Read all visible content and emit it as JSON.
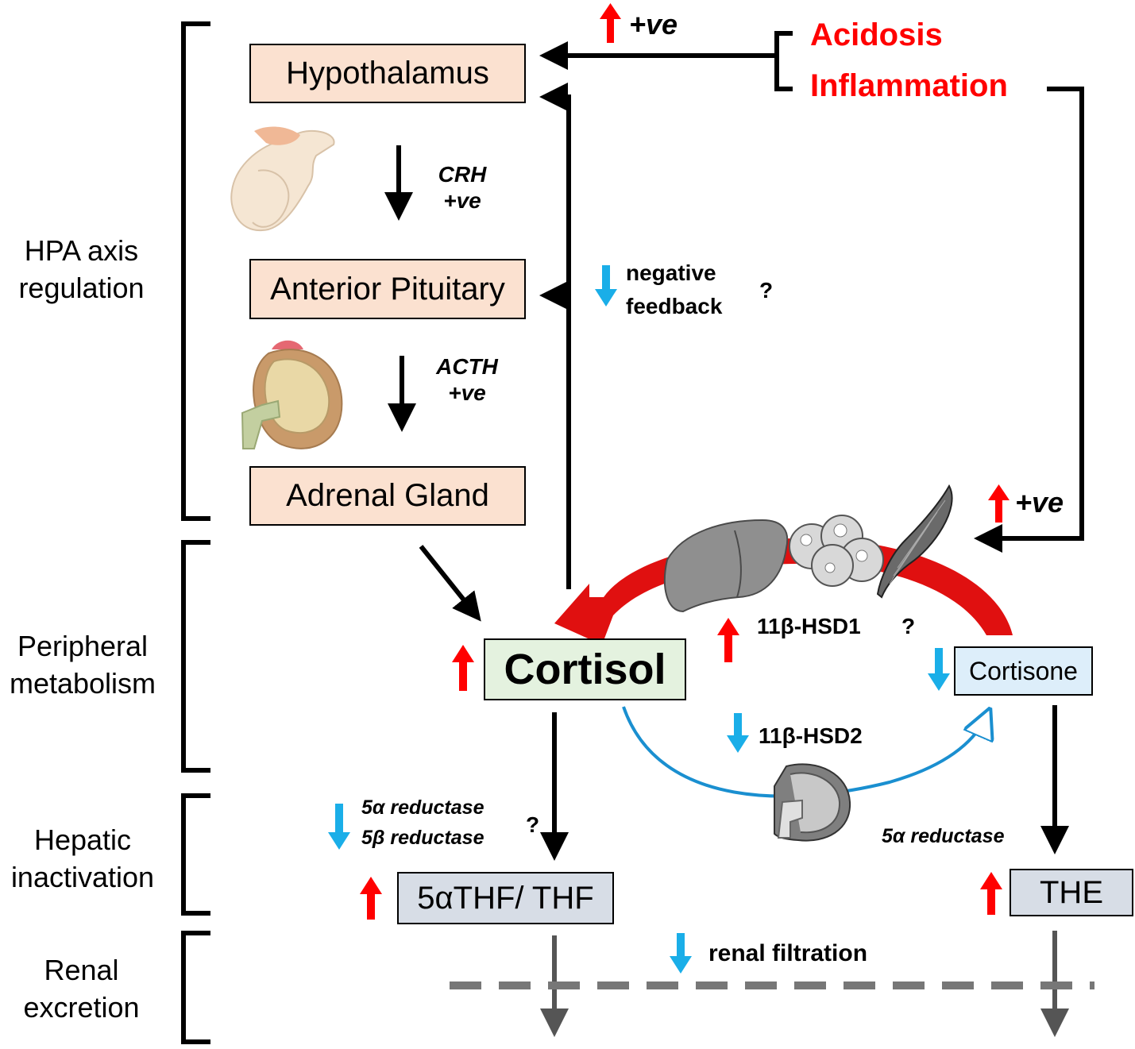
{
  "sections": {
    "hpa": [
      "HPA axis",
      "regulation"
    ],
    "peripheral": [
      "Peripheral",
      "metabolism"
    ],
    "hepatic": [
      "Hepatic",
      "inactivation"
    ],
    "renal": [
      "Renal",
      "excretion"
    ]
  },
  "boxes": {
    "hypothalamus": "Hypothalamus",
    "anterior_pituitary": "Anterior Pituitary",
    "adrenal_gland": "Adrenal Gland",
    "cortisol": "Cortisol",
    "cortisone": "Cortisone",
    "thf": "5αTHF/ THF",
    "the": "THE"
  },
  "stimuli": {
    "acidosis": "Acidosis",
    "inflammation": "Inflammation"
  },
  "labels": {
    "plus_ve": "+ve",
    "crh": "CRH",
    "acth": "ACTH",
    "negative": "negative",
    "feedback": "feedback",
    "question": "?",
    "hsd1": "11β-HSD1",
    "hsd2": "11β-HSD2",
    "alpha_reductase": "5α reductase",
    "beta_reductase": "5β reductase",
    "renal_filtration": "renal filtration"
  },
  "colors": {
    "increase": "#ff0000",
    "decrease": "#1aaee8",
    "stimulus_text": "#ff0000",
    "hsd1_arc": "#e01010",
    "hsd2_arc": "#1a8fd0",
    "peach": "#fbe1d0",
    "cortisol_fill": "#e4f2df",
    "cortisone_fill": "#ddeefa",
    "metabolite_fill": "#d7dde6"
  },
  "icons": [
    "pituitary-icon",
    "adrenal-icon",
    "liver-icon",
    "adipose-icon",
    "muscle-icon",
    "kidney-icon"
  ]
}
